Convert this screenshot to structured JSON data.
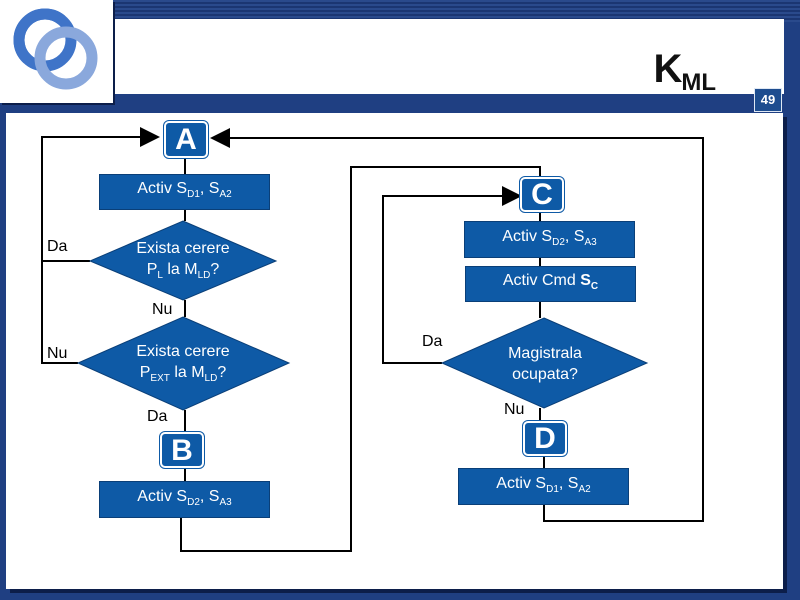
{
  "title": {
    "main": "K",
    "sub": "ML"
  },
  "page_number": "49",
  "connectors": {
    "a": "A",
    "b": "B",
    "c": "C",
    "d": "D"
  },
  "boxes": {
    "sd1_sa2_top": {
      "text": "Activ S",
      "s1": "D1",
      "mid": ", S",
      "s2": "A2"
    },
    "sd2_sa3_left": {
      "text": "Activ S",
      "s1": "D2",
      "mid": ", S",
      "s2": "A3"
    },
    "sd2_sa3_right": {
      "text": "Activ S",
      "s1": "D2",
      "mid": ", S",
      "s2": "A3"
    },
    "cmd_sc": {
      "text": "Activ Cmd ",
      "bold": "S",
      "s1": "C"
    },
    "sd1_sa2_bottom": {
      "text": "Activ S",
      "s1": "D1",
      "mid": ", S",
      "s2": "A2"
    }
  },
  "decisions": {
    "exista_pl": {
      "line1": "Exista cerere",
      "l2a": "P",
      "l2s1": "L",
      "l2b": " la M",
      "l2s2": "LD",
      "l2c": "?"
    },
    "exista_pext": {
      "line1": "Exista cerere",
      "l2a": "P",
      "l2s1": "EXT",
      "l2b": " la M",
      "l2s2": "LD",
      "l2c": "?"
    },
    "magistrala": {
      "line1": "Magistrala",
      "line2": "ocupata?"
    }
  },
  "labels": {
    "da_1": "Da",
    "nu_1": "Nu",
    "nu_2": "Nu",
    "da_2": "Da",
    "da_3": "Da",
    "nu_3": "Nu"
  },
  "colors": {
    "box": "#0e5aa6",
    "background_band": "#1f3f82",
    "logo_blue": "#3a6fc4"
  }
}
